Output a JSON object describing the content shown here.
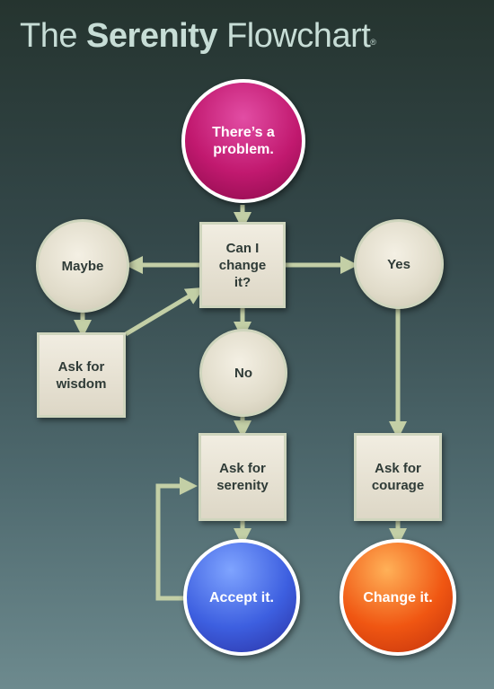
{
  "title": {
    "prefix": "The",
    "emphasis": "Serenity",
    "suffix": "Flowchart",
    "trademark": "®"
  },
  "nodes": {
    "start": "There’s a\nproblem.",
    "question": "Can I\nchange\nit?",
    "maybe": "Maybe",
    "yes": "Yes",
    "no": "No",
    "wisdom": "Ask for\nwisdom",
    "serenity": "Ask for\nserenity",
    "courage": "Ask for\ncourage",
    "accept": "Accept it.",
    "change": "Change it."
  },
  "colors": {
    "arrow": "#c3cfa6",
    "start": "#c1196f",
    "accept": "#3d5fe0",
    "change": "#f05612"
  }
}
